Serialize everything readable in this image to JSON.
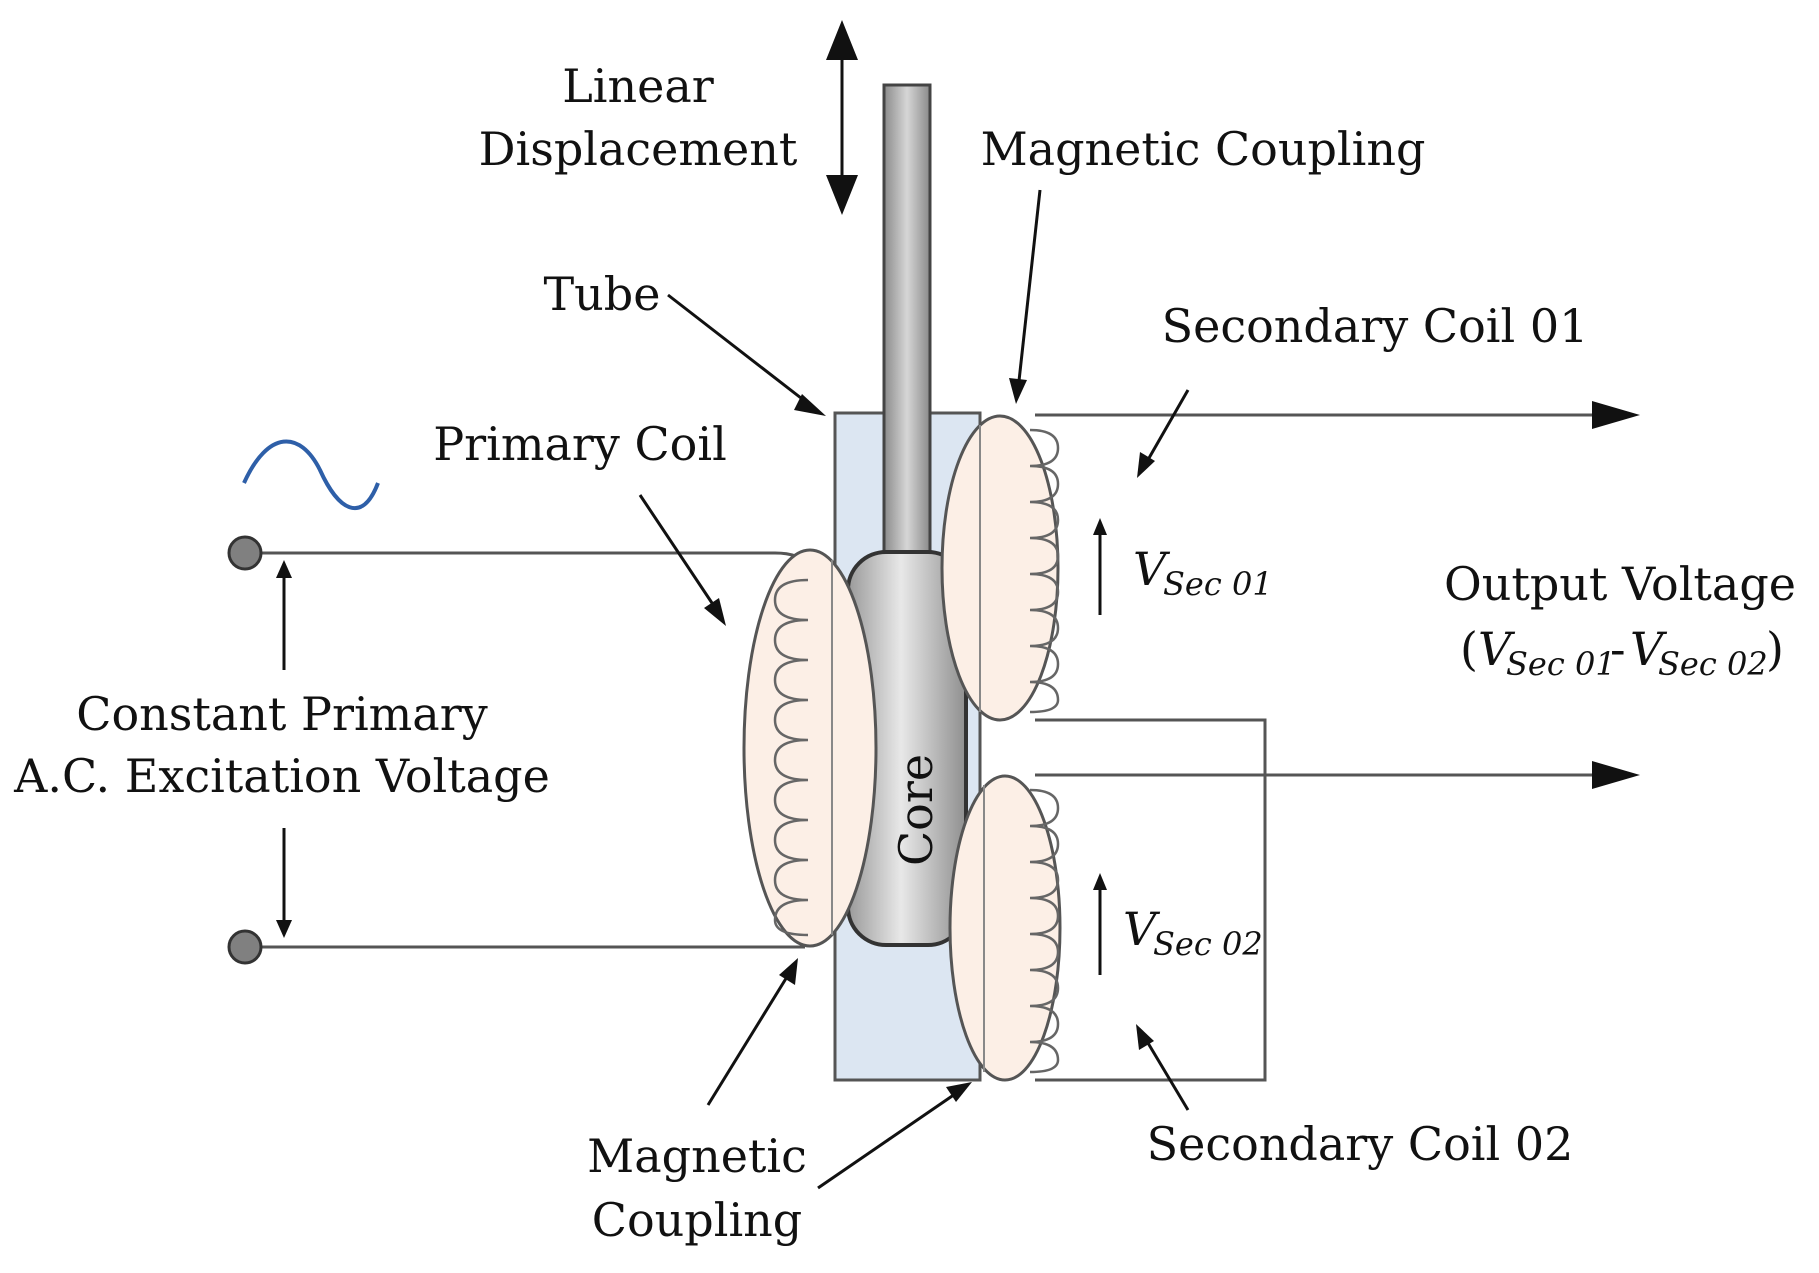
{
  "labels": {
    "linear_displacement_line1": "Linear",
    "linear_displacement_line2": "Displacement",
    "magnetic_coupling_top": "Magnetic Coupling",
    "tube": "Tube",
    "secondary_coil_01": "Secondary Coil 01",
    "primary_coil": "Primary Coil",
    "core": "Core",
    "v_sec01_symbol": "V",
    "v_sec01_sub": "Sec 01",
    "v_sec02_symbol": "V",
    "v_sec02_sub": "Sec 02",
    "output_voltage": "Output Voltage",
    "output_formula_open": "(",
    "output_formula_v1": "V",
    "output_formula_sub1": "Sec 01",
    "output_formula_dash": "- ",
    "output_formula_v2": "V",
    "output_formula_sub2": "Sec 02",
    "output_formula_close": ")",
    "excitation_line1": "Constant Primary",
    "excitation_line2": "A.C. Excitation Voltage",
    "magnetic_coupling_bottom_line1": "Magnetic",
    "magnetic_coupling_bottom_line2": "Coupling",
    "secondary_coil_02": "Secondary Coil 02"
  },
  "colors": {
    "tube_fill": "#dce6f2",
    "coil_fill": "#fcefe6",
    "core_fill": "#c9c9c9",
    "rod_fill": "#a8a8a8",
    "sine_wave": "#2e5fa8",
    "terminal": "#808080"
  }
}
